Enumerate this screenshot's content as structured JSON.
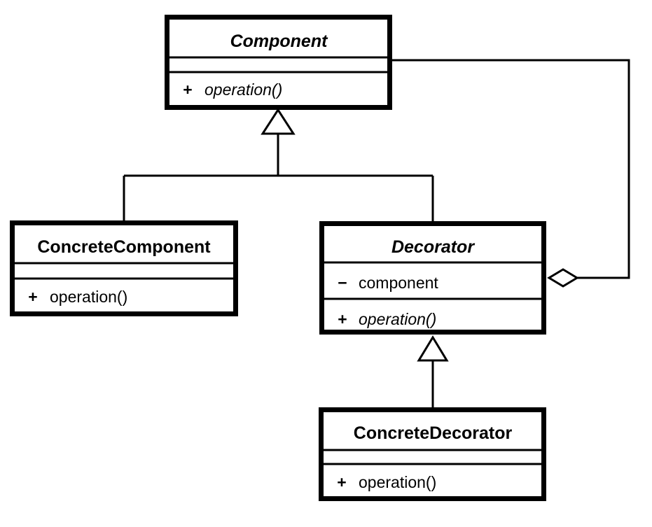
{
  "diagram": {
    "kind": "uml-class-diagram",
    "pattern_name": "Decorator",
    "background_color": "#ffffff",
    "line_color": "#000000",
    "classes": [
      {
        "id": "component",
        "name": "Component",
        "abstract": true,
        "attributes": [],
        "operations": [
          {
            "visibility": "+",
            "name": "operation()",
            "abstract": true
          }
        ]
      },
      {
        "id": "concrete-component",
        "name": "ConcreteComponent",
        "abstract": false,
        "attributes": [],
        "operations": [
          {
            "visibility": "+",
            "name": "operation()",
            "abstract": false
          }
        ]
      },
      {
        "id": "decorator",
        "name": "Decorator",
        "abstract": true,
        "attributes": [
          {
            "visibility": "−",
            "name": "component"
          }
        ],
        "operations": [
          {
            "visibility": "+",
            "name": "operation()",
            "abstract": true
          }
        ]
      },
      {
        "id": "concrete-decorator",
        "name": "ConcreteDecorator",
        "abstract": false,
        "attributes": [],
        "operations": [
          {
            "visibility": "+",
            "name": "operation()",
            "abstract": false
          }
        ]
      }
    ],
    "relationships": [
      {
        "id": "gen-concrete-component",
        "type": "generalization",
        "from": "ConcreteComponent",
        "to": "Component"
      },
      {
        "id": "gen-decorator",
        "type": "generalization",
        "from": "Decorator",
        "to": "Component"
      },
      {
        "id": "gen-concrete-decorator",
        "type": "generalization",
        "from": "ConcreteDecorator",
        "to": "Decorator"
      },
      {
        "id": "agg-decorator-component",
        "type": "aggregation",
        "from": "Decorator",
        "to": "Component"
      }
    ]
  }
}
